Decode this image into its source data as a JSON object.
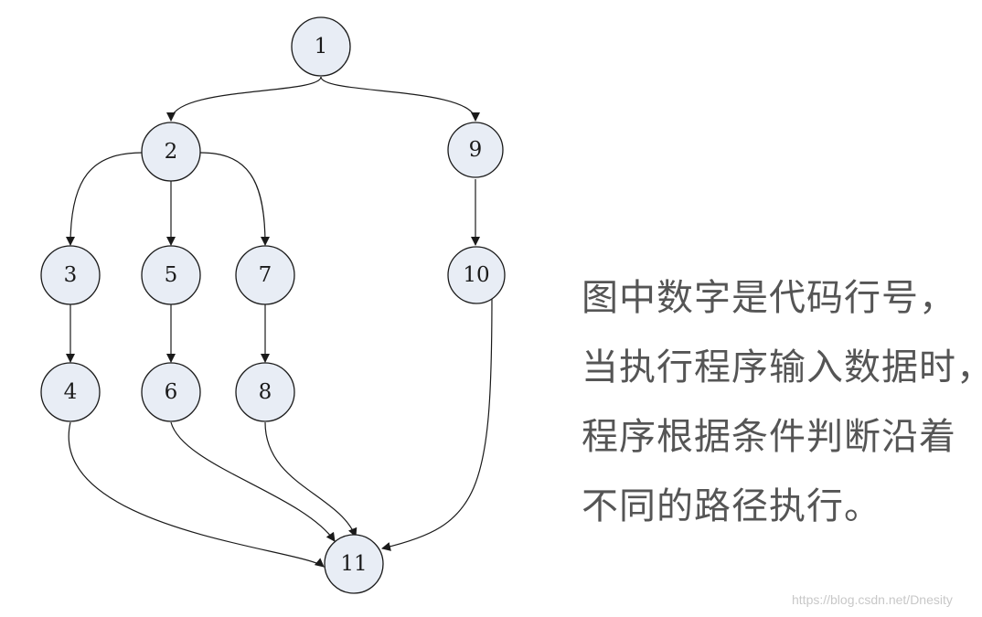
{
  "nodes": [
    {
      "id": "1",
      "label": "1"
    },
    {
      "id": "2",
      "label": "2"
    },
    {
      "id": "9",
      "label": "9"
    },
    {
      "id": "3",
      "label": "3"
    },
    {
      "id": "5",
      "label": "5"
    },
    {
      "id": "7",
      "label": "7"
    },
    {
      "id": "10",
      "label": "10"
    },
    {
      "id": "4",
      "label": "4"
    },
    {
      "id": "6",
      "label": "6"
    },
    {
      "id": "8",
      "label": "8"
    },
    {
      "id": "11",
      "label": "11"
    }
  ],
  "edges": [
    {
      "from": "1",
      "to": "2"
    },
    {
      "from": "1",
      "to": "9"
    },
    {
      "from": "2",
      "to": "3"
    },
    {
      "from": "2",
      "to": "5"
    },
    {
      "from": "2",
      "to": "7"
    },
    {
      "from": "9",
      "to": "10"
    },
    {
      "from": "3",
      "to": "4"
    },
    {
      "from": "5",
      "to": "6"
    },
    {
      "from": "7",
      "to": "8"
    },
    {
      "from": "4",
      "to": "11"
    },
    {
      "from": "6",
      "to": "11"
    },
    {
      "from": "8",
      "to": "11"
    },
    {
      "from": "10",
      "to": "11"
    }
  ],
  "caption": {
    "line1": "图中数字是代码行号，",
    "line2": "当执行程序输入数据时，",
    "line3": "程序根据条件判断沿着",
    "line4": "不同的路径执行。"
  },
  "watermark": "https://blog.csdn.net/Dnesity"
}
